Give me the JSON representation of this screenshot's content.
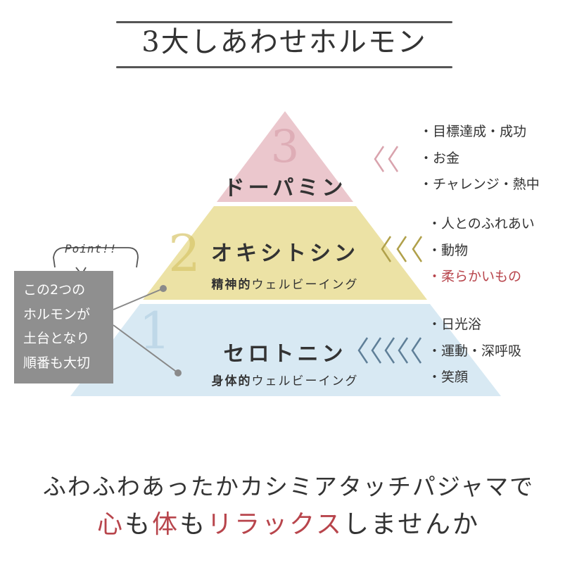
{
  "title": "3大しあわせホルモン",
  "tiers": [
    {
      "number": "3",
      "name": "ドーパミン",
      "subtitle_bold": "",
      "subtitle": "",
      "items": [
        "・目標達成・成功",
        "・お金",
        "・チャレンジ・熱中"
      ]
    },
    {
      "number": "2",
      "name": "オキシトシン",
      "subtitle_bold": "精神的",
      "subtitle": "ウェルビーイング",
      "items": [
        "・人とのふれあい",
        "・動物",
        "・柔らかいもの"
      ]
    },
    {
      "number": "1",
      "name": "セロトニン",
      "subtitle_bold": "身体的",
      "subtitle": "ウェルビーイング",
      "items": [
        "・日光浴",
        "・運動・深呼吸",
        "・笑顔"
      ]
    }
  ],
  "point": {
    "label": "Point!!",
    "lines": [
      "この2つの",
      "ホルモンが",
      "土台となり",
      "順番も大切"
    ]
  },
  "bottom": {
    "line1": "ふわふわあったかカシミアタッチパジャマで",
    "line2_parts": [
      "心",
      "も",
      "体",
      "も",
      "リラックス",
      "しませんか"
    ]
  },
  "colors": {
    "pink": "#ebc7cd",
    "yellow": "#ece2a5",
    "blue": "#d8e9f3",
    "accent": "#b8454c",
    "gray": "#8f8f8f"
  }
}
